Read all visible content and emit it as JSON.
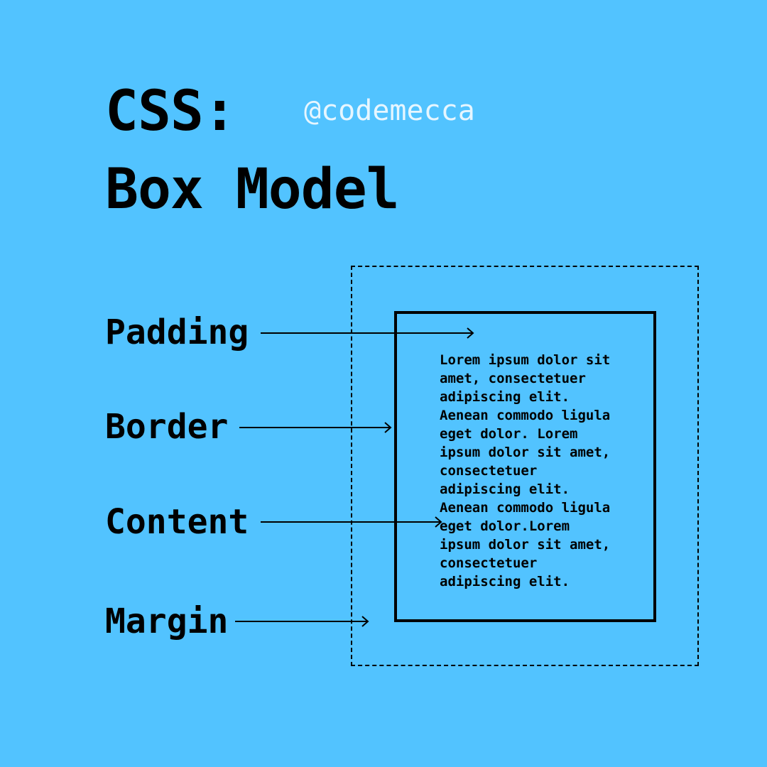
{
  "header": {
    "title_line_1": "CSS:",
    "title_line_2": "Box Model",
    "handle": "@codemecca"
  },
  "labels": {
    "padding": "Padding",
    "border": "Border",
    "content": "Content",
    "margin": "Margin"
  },
  "box": {
    "sample_text": "Lorem ipsum dolor sit\namet, consectetuer\nadipiscing elit.\nAenean commodo ligula\neget dolor. Lorem\nipsum dolor sit amet,\nconsectetuer\nadipiscing elit.\nAenean commodo ligula\neget dolor.Lorem\nipsum dolor sit amet,\nconsectetuer\nadipiscing elit."
  },
  "colors": {
    "background": "#52C3FF",
    "ink": "#000000",
    "handle": "#E6F6FF"
  }
}
